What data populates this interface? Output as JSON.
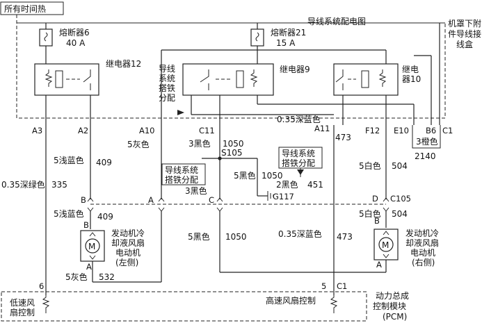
{
  "header": "所有时间热",
  "bus_label": "导线系统配电图",
  "box_note": [
    "机罩下附",
    "件导线接",
    "线盒"
  ],
  "fuse6": {
    "name": "熔断器6",
    "rating": "40 A"
  },
  "fuse21": {
    "name": "熔断器21",
    "rating": "15 A"
  },
  "relay12": "继电器12",
  "relay9": "继电器9",
  "relay10": [
    "继电",
    "器10"
  ],
  "ground_note": [
    "导线",
    "系统",
    "搭铁",
    "分配"
  ],
  "pins_top": {
    "a3": "A3",
    "a2": "A2",
    "a10": "A10",
    "c11": "C11",
    "a11": "A11",
    "f12": "F12",
    "e10": "E10",
    "b6": "B6",
    "c1": "C1"
  },
  "wires": {
    "w335": "0.35深绿色",
    "n335": "335",
    "w409a": "5浅蓝色",
    "n409a": "409",
    "w532a": "5灰色",
    "w1050a": "3黑色",
    "n1050a": "1050",
    "s105": "S105",
    "w451": "5黑色",
    "n451a": "1050",
    "w451b": "2黑色",
    "n451b": "451",
    "w473a": "0.35深蓝色",
    "n473a": "473",
    "w504a": "5白色",
    "n504a": "504",
    "w2140": "3橙色",
    "n2140": "2140",
    "w1050b": "3黑色",
    "g117": "G117",
    "w409b": "5浅蓝色",
    "n409b": "409",
    "w504b": "5白色",
    "n504b": "504",
    "w1050c": "5黑色",
    "n1050c": "1050",
    "w473b": "0.35深蓝色",
    "n473b": "473",
    "w532b": "5灰色",
    "n532b": "532"
  },
  "ground_box1": [
    "导线系统",
    "搭铁分配"
  ],
  "ground_box2": [
    "导线系统",
    "搭铁分配"
  ],
  "conn_letters": {
    "b": "B",
    "a": "A",
    "c": "C",
    "d": "D",
    "c105": "C105",
    "b2": "B",
    "a2": "A",
    "b3": "B",
    "a3": "A"
  },
  "motor_left": [
    "发动机冷",
    "却液风扇",
    "电动机",
    "(左侧)"
  ],
  "motor_right": [
    "发动机冷",
    "却液风扇",
    "电动机",
    "(右侧)"
  ],
  "pcm_pins": {
    "p6": "6",
    "p5": "5",
    "c1": "C1"
  },
  "low_speed": [
    "低速风",
    "扇控制"
  ],
  "high_speed": "高速风扇控制",
  "pcm_name": [
    "动力总成",
    "控制模块",
    "(PCM)"
  ],
  "motor_symbol": "M"
}
